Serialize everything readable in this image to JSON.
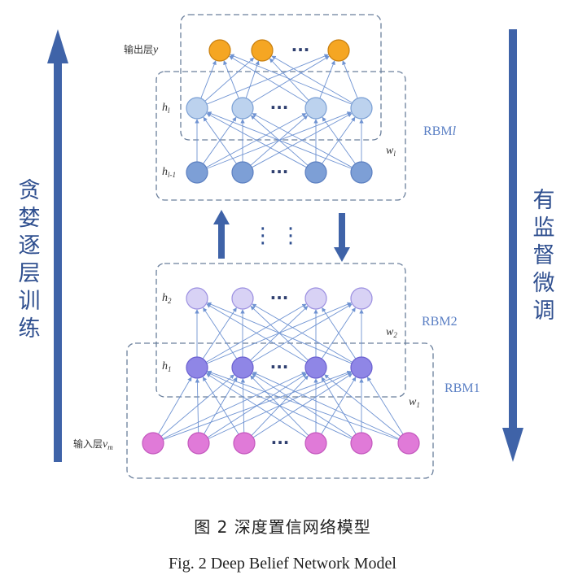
{
  "layers": {
    "output": {
      "label_prefix": "输出层",
      "label_var": "y",
      "color": "#f5a623",
      "stroke": "#c77f10"
    },
    "hl": {
      "label": "h",
      "sub": "l",
      "color": "#bcd2ee",
      "stroke": "#7a9fd4"
    },
    "hl1": {
      "label": "h",
      "sub": "l-1",
      "color": "#7d9fd6",
      "stroke": "#5b7fc0"
    },
    "h2": {
      "label": "h",
      "sub": "2",
      "color": "#d8d2f5",
      "stroke": "#9b8fe0"
    },
    "h1": {
      "label": "h",
      "sub": "1",
      "color": "#8f86e6",
      "stroke": "#6a60d0"
    },
    "input": {
      "label_prefix": "输入层",
      "label_var": "v",
      "label_sub": "m",
      "color": "#e07ad8",
      "stroke": "#c358bd"
    }
  },
  "dots": "···",
  "vdots": "⋮ ⋮",
  "rbm_labels": {
    "rbml_prefix": "RBM",
    "rbml_var": "l",
    "rbm2": "RBM2",
    "rbm1": "RBM1"
  },
  "weights": {
    "wl": {
      "var": "w",
      "sub": "l"
    },
    "w2": {
      "var": "w",
      "sub": "2"
    },
    "w1": {
      "var": "w",
      "sub": "1"
    }
  },
  "left_label": "贪婪逐层训练",
  "right_label": "有监督微调",
  "caption_cn": "图 2   深度置信网络模型",
  "caption_en": "Fig. 2 Deep Belief Network Model",
  "colors": {
    "arrow": "#3f63a8",
    "edge": "#6f93d2",
    "box": "#6a7f9c",
    "rbm_text": "#5a7fc4"
  }
}
